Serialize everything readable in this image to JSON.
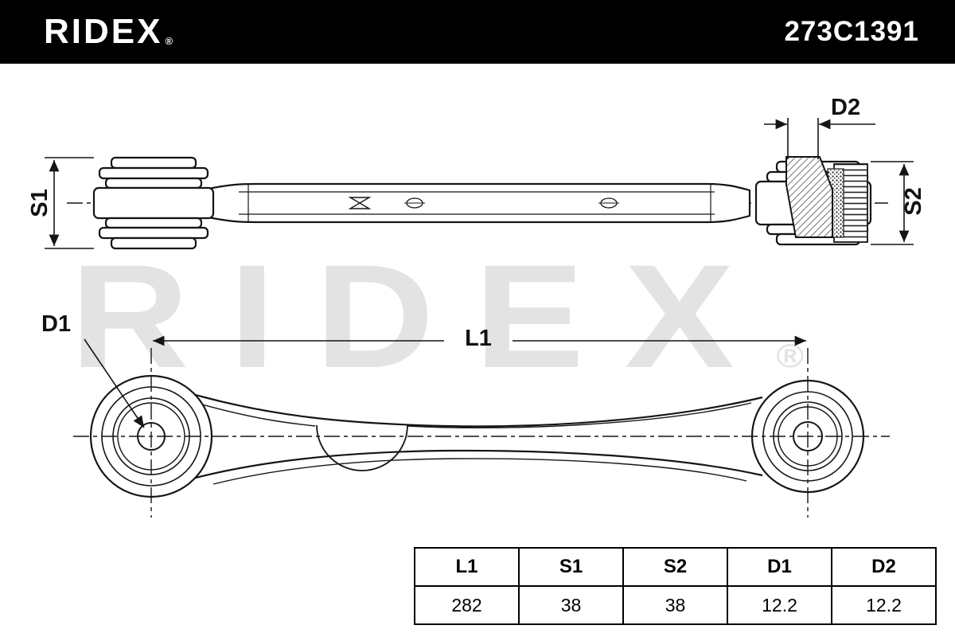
{
  "header": {
    "brand": "RIDEX",
    "registered": "®",
    "part_number": "273C1391"
  },
  "watermark": {
    "text": "RIDEX",
    "registered": "®"
  },
  "labels": {
    "s1": "S1",
    "s2": "S2",
    "d1": "D1",
    "d2": "D2",
    "l1": "L1"
  },
  "table": {
    "headers": [
      "L1",
      "S1",
      "S2",
      "D1",
      "D2"
    ],
    "values": [
      "282",
      "38",
      "38",
      "12.2",
      "12.2"
    ]
  },
  "colors": {
    "header_bg": "#000000",
    "header_text": "#ffffff",
    "line": "#151515",
    "watermark": "#e3e3e3"
  }
}
